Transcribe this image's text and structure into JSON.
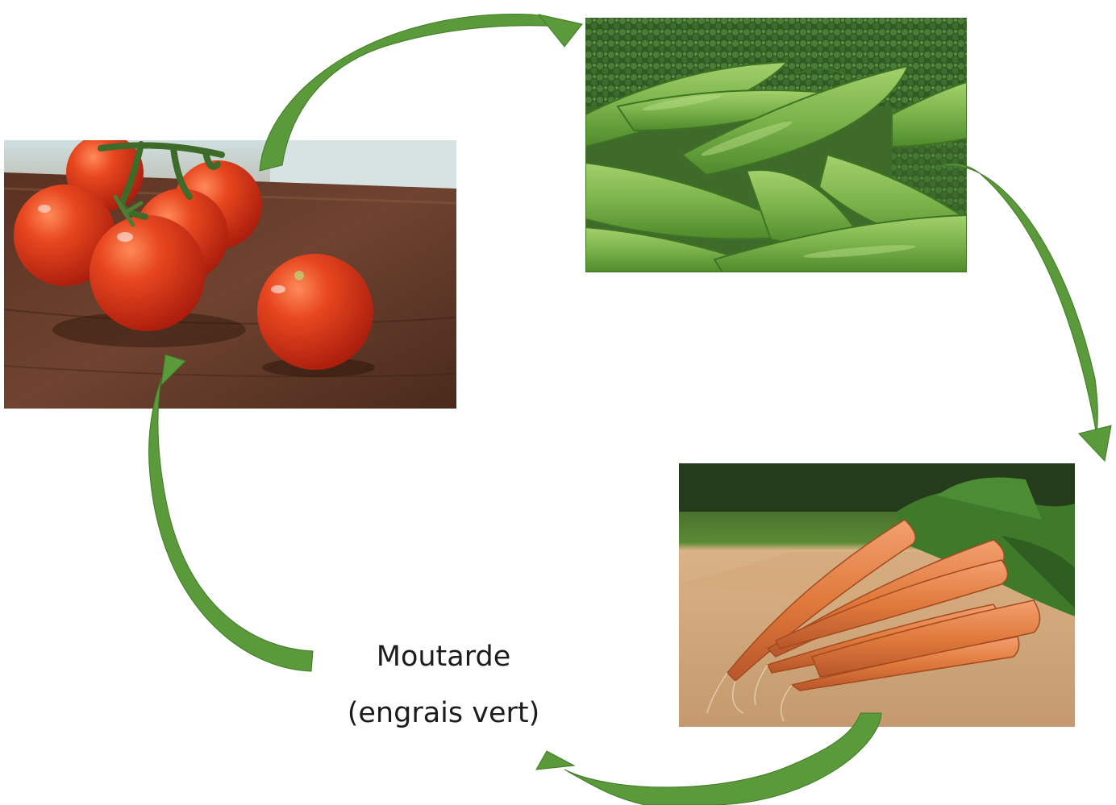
{
  "diagram": {
    "type": "crop-rotation-cycle",
    "stages": [
      {
        "id": "tomatoes",
        "name": "tomatoes-photo"
      },
      {
        "id": "peas",
        "name": "snow-peas-photo"
      },
      {
        "id": "carrots",
        "name": "carrots-photo"
      },
      {
        "id": "mustard",
        "lines": [
          "Moutarde",
          "(engrais vert)"
        ]
      }
    ],
    "arrow_color": "#5a9a3a",
    "arrow_dark": "#3f7a27",
    "flow": [
      "tomatoes",
      "peas",
      "carrots",
      "mustard",
      "tomatoes"
    ]
  },
  "colors": {
    "tomato": "#d63a1c",
    "pea": "#7bb34b",
    "carrot": "#e07a3c",
    "board_wood": "#6b3f2a",
    "cutting_board": "#d9b286",
    "text": "#1c1c1c"
  }
}
